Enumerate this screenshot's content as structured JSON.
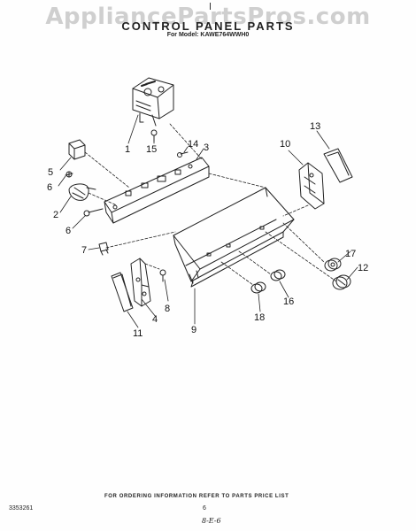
{
  "watermark": "AppliancePartsPros.com",
  "title": "CONTROL PANEL PARTS",
  "model": "For Model: KAWE764WWH0",
  "callouts": {
    "c1": "1",
    "c2": "2",
    "c3": "3",
    "c4": "4",
    "c5": "5",
    "c6a": "6",
    "c6b": "6",
    "c7": "7",
    "c8": "8",
    "c9": "9",
    "c10": "10",
    "c11": "11",
    "c12": "12",
    "c13": "13",
    "c14": "14",
    "c15": "15",
    "c16": "16",
    "c17": "17",
    "c18": "18"
  },
  "footer": {
    "note": "FOR ORDERING INFORMATION REFER TO PARTS PRICE LIST",
    "code": "3353261",
    "page": "6",
    "signature": "8-E-6"
  }
}
